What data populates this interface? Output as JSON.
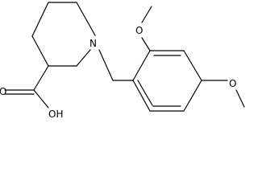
{
  "molecule": {
    "description_atoms": {
      "ring_nitrogen": "N",
      "methoxy_oxygen_top": "O",
      "methoxy_oxygen_right": "O",
      "carbonyl_oxygen": "O",
      "hydroxyl": "OH"
    }
  }
}
